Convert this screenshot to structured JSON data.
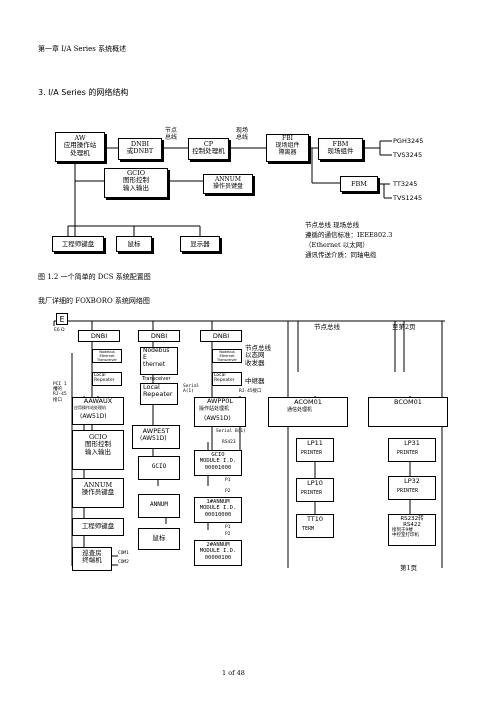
{
  "header": {
    "chapter": "第一章  I/A Series  系统概述"
  },
  "section": {
    "title": "3.    I/A Series  的网络结构"
  },
  "diagram1": {
    "aw": "AW\n应用操作站\n处理机",
    "dnbi": "DNBI\n或DNBT",
    "bus_label": "节点\n总线",
    "cp": "CP\n控制处理机",
    "field_bus": "现场\n总线",
    "fbi": "FBI\n现场组件\n隔离器",
    "fbm1": "FBM\n现场组件",
    "fbm2": "FBM",
    "pgh": "PGH3245",
    "tvs1": "TVS3245",
    "tt": "TT3245",
    "tvs2": "TVS1245",
    "gcio": "GCIO\n图形控制\n输入输出",
    "annum": "ANNUM\n操作员键盘",
    "eng_kb": "工程师键盘",
    "mouse": "鼠标",
    "monitor": "显示器",
    "note_line1": "节点总线  现场总线",
    "note_line2": "遵循的通信标准：IEEE802.3",
    "note_line3": "（Ethernet 以太网）",
    "note_line4": "通讯传送介质：同轴电缆"
  },
  "caption1": "图 1.2  一个简单的 DCS 系统配置图",
  "caption2": "我厂详细的 FOXBORO 系统网络图",
  "diagram2": {
    "e": "E",
    "e_sub": "E6 D",
    "dnbi1": "DNBI",
    "dnbi2": "DNBI",
    "dnbi3": "DNBI",
    "node_bus": "节点总线",
    "to_page2": "至第2页",
    "eth_tx1": "Nodebus\nEthernet\nTransceiver",
    "nodebus_eth": "Nodebus\nE\nthernet",
    "transceiver": "Transceiver",
    "eth_tx3": "Nodebus\nEthernet\nTransceiver",
    "side_bus": "节点总线\n以态网\n收发器",
    "local_rep1": "Local\nRepeater",
    "local_rep2": "Local\nRepeater",
    "local_rep3": "Local\nRepeater",
    "relay": "中继器",
    "pci": "PCI 1\n槽的\nRJ-45\n接口",
    "serial1": "Serial\nA(1)",
    "rj45": "RJ-45接口",
    "aawaux": "AAWAUX",
    "aawaux_sub": "应用操作站处理机",
    "aawaux_code": "(AW51D)",
    "awpest": "AWPEST",
    "awpest_code": "(AW51D)",
    "awppol": "AWPP0L",
    "awppol_sub": "操作站处理机",
    "awppol_code": "(AW51D)",
    "acom01": "ACOM01",
    "acom01_sub": "通信处理机",
    "bcom01": "BCOM01",
    "serial_b": "Serial B(1)",
    "rs423": "RS423",
    "gcio_left": "GCIO\n图形控制\n输入输出",
    "gcio_mid": "GCIO",
    "gcio_mod": "GCIO\nMODULE I.D.\n00001000",
    "p1a": "P1",
    "p2a": "P2",
    "annum1": "1#ANNUM\nMODULE I.D.\n00010000",
    "p1b": "P1",
    "p2b": "P2",
    "annum2": "2#ANNUM\nMODULE I.D.\n00000100",
    "annum_left": "ANNUM\n操作员键盘",
    "annum_mid": "ANNUM",
    "eng_kb": "工程师键盘",
    "mouse": "鼠标",
    "terminal": "巡查房\n终端机",
    "com1": "COM1",
    "com2": "COM2",
    "lp11": "LP11",
    "lp11_sub": "PRINTER",
    "lp10": "LP10",
    "lp10_sub": "PRINTER",
    "tt10": "TT10",
    "tt10_sub": "TERM",
    "lp31": "LP31",
    "lp31_sub": "PRINTER",
    "lp32": "LP32",
    "lp32_sub": "PRINTER",
    "rs232": "RS232转\nRS422",
    "rs232_sub": "接到于9楼\n中控室打印机",
    "page1": "第1页"
  },
  "footer": {
    "page": "1  of  48"
  }
}
